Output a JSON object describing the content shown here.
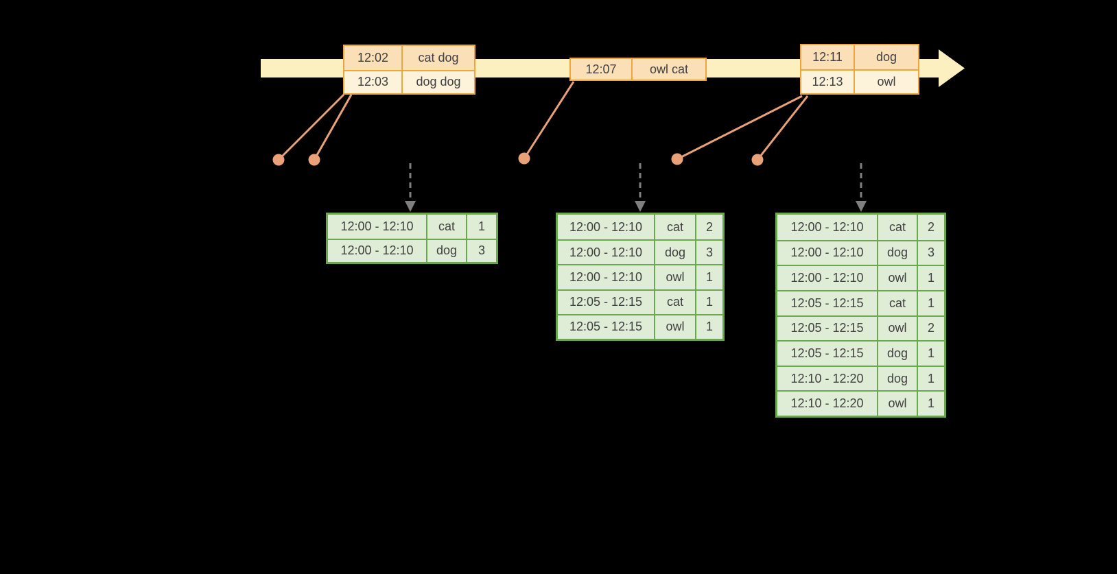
{
  "colors": {
    "background": "#000000",
    "timeline_fill": "#fcefc0",
    "event_border": "#eda63b",
    "event_row_dark": "#fbdfb6",
    "event_row_light": "#fdf3da",
    "connector": "#e9a178",
    "trigger_arrow": "#7f7f7f",
    "result_border": "#6aa84f",
    "result_fill": "#dfecd6",
    "cell_text": "#404040"
  },
  "event_tables": [
    {
      "rows": [
        {
          "time": "12:02",
          "words": "cat dog"
        },
        {
          "time": "12:03",
          "words": "dog dog"
        }
      ]
    },
    {
      "rows": [
        {
          "time": "12:07",
          "words": "owl cat"
        }
      ]
    },
    {
      "rows": [
        {
          "time": "12:11",
          "words": "dog"
        },
        {
          "time": "12:13",
          "words": "owl"
        }
      ]
    }
  ],
  "result_tables": [
    {
      "rows": [
        {
          "window": "12:00 - 12:10",
          "word": "cat",
          "count": "1"
        },
        {
          "window": "12:00 - 12:10",
          "word": "dog",
          "count": "3"
        }
      ]
    },
    {
      "rows": [
        {
          "window": "12:00 - 12:10",
          "word": "cat",
          "count": "2"
        },
        {
          "window": "12:00 - 12:10",
          "word": "dog",
          "count": "3"
        },
        {
          "window": "12:00 - 12:10",
          "word": "owl",
          "count": "1"
        },
        {
          "window": "12:05 - 12:15",
          "word": "cat",
          "count": "1"
        },
        {
          "window": "12:05 - 12:15",
          "word": "owl",
          "count": "1"
        }
      ]
    },
    {
      "rows": [
        {
          "window": "12:00 - 12:10",
          "word": "cat",
          "count": "2"
        },
        {
          "window": "12:00 - 12:10",
          "word": "dog",
          "count": "3"
        },
        {
          "window": "12:00 - 12:10",
          "word": "owl",
          "count": "1"
        },
        {
          "window": "12:05 - 12:15",
          "word": "cat",
          "count": "1"
        },
        {
          "window": "12:05 - 12:15",
          "word": "owl",
          "count": "2"
        },
        {
          "window": "12:05 - 12:15",
          "word": "dog",
          "count": "1"
        },
        {
          "window": "12:10 - 12:20",
          "word": "dog",
          "count": "1"
        },
        {
          "window": "12:10 - 12:20",
          "word": "owl",
          "count": "1"
        }
      ]
    }
  ]
}
